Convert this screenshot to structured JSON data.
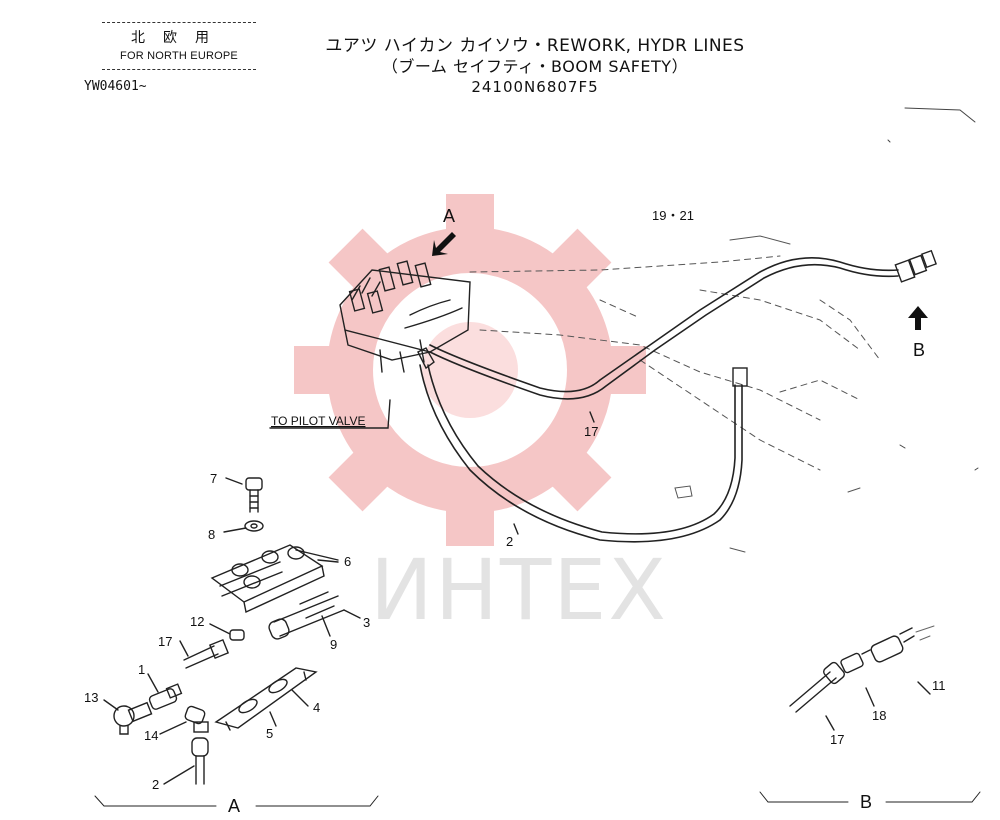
{
  "header": {
    "region_jp": "北欧用",
    "region_en": "FOR NORTH EUROPE",
    "serial": "YW04601~",
    "title_line1": "ユアツ ハイカン カイソウ・REWORK, HYDR LINES",
    "title_line2": "（ブーム セイフティ・BOOM SAFETY）",
    "part_number": "24100N6807F5"
  },
  "watermark": {
    "text": "ИНТЕХ",
    "color": "#f5c6c6"
  },
  "view_markers": {
    "a_arrow_label": "A",
    "b_arrow_label": "B",
    "a_detail_label": "A",
    "b_detail_label": "B"
  },
  "callouts": {
    "ref_19_21": "19・21",
    "main_17": "17",
    "main_2": "2",
    "to_pilot_valve": "TO PILOT VALVE",
    "detail_a": [
      "7",
      "8",
      "6",
      "3",
      "9",
      "12",
      "17",
      "1",
      "4",
      "13",
      "14",
      "5",
      "2"
    ],
    "detail_b": [
      "11",
      "18",
      "17"
    ]
  }
}
